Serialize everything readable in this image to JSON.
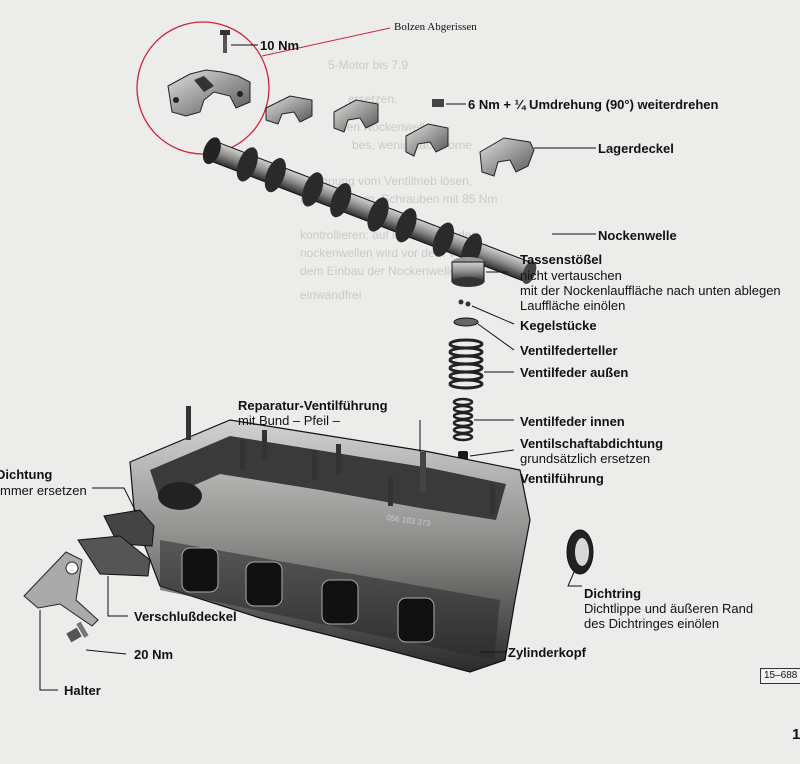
{
  "annotation": "Bolzen Abgerissen",
  "labels": {
    "torque_10": "10 Nm",
    "torque_6": "6 Nm + ¼ Umdrehung (90°) weiterdrehen",
    "lagerdeckel": "Lagerdeckel",
    "nockenwelle": "Nockenwelle",
    "tassenstoessel": "Tassenstößel",
    "tassenstoessel_note1": "nicht vertauschen",
    "tassenstoessel_note2": "mit der Nockenlauffläche nach unten ablegen",
    "tassenstoessel_note3": "Lauffläche einölen",
    "kegelstuecke": "Kegelstücke",
    "ventilfederteller": "Ventilfederteller",
    "ventilfeder_aussen": "Ventilfeder außen",
    "ventilfeder_innen": "Ventilfeder innen",
    "ventilschaftabdichtung": "Ventilschaftabdichtung",
    "ventilschaftabdichtung_note": "grundsätzlich ersetzen",
    "ventilfuehrung": "Ventilführung",
    "reparatur": "Reparatur-Ventilführung",
    "reparatur_note": "mit Bund – Pfeil –",
    "dichtung": "Dichtung",
    "dichtung_note": "mmer ersetzen",
    "verschlussdeckel": "Verschlußdeckel",
    "torque_20": "20 Nm",
    "halter": "Halter",
    "dichtring": "Dichtring",
    "dichtring_note1": "Dichtlippe und äußeren Rand",
    "dichtring_note2": "des Dichtringes einölen",
    "zylinderkopf": "Zylinderkopf"
  },
  "figure_number": "15–688",
  "page_number": "1",
  "background_text": [
    "5-Motor bis 7.9",
    "ersetzen.",
    "den Nockenwellen",
    "bes, wenig nach vorne",
    "zeichnung vom Ventiltrieb lösen,",
    "neu einsetzen. Schrauben mit 85 Nm",
    "kontrollieren: auf ihren Sitz in der",
    "nockenwellen wird vor dem Ventil",
    "dem Einbau der Nockenwelle auf",
    "einwandfrei"
  ],
  "colors": {
    "annotation_circle": "#d0243a",
    "line": "#111111",
    "part_dark": "#1c1c1c",
    "part_mid": "#6a6a6a",
    "part_light": "#b4b4b2"
  }
}
